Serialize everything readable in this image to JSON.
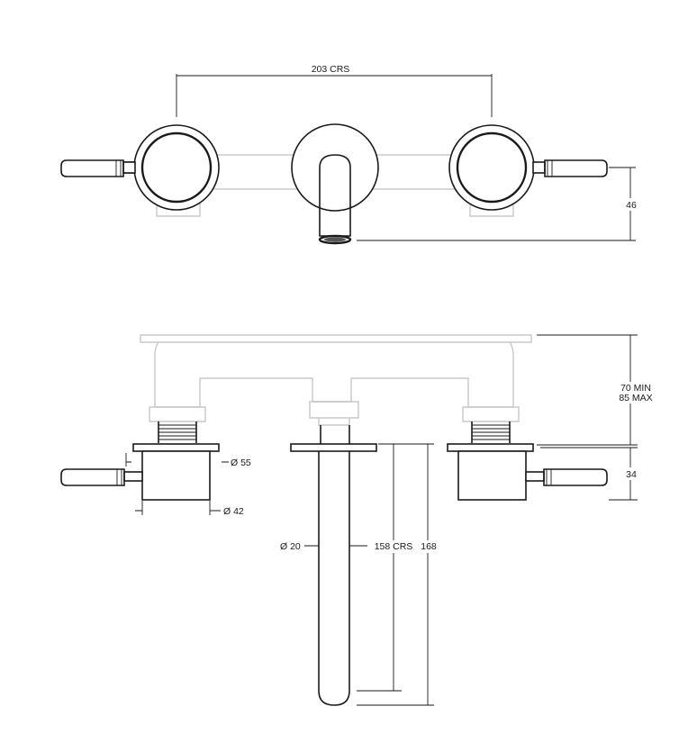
{
  "dimensions": {
    "centres_top": "203 CRS",
    "height_top": "46",
    "wall_depth_min": "70 MIN",
    "wall_depth_max": "85 MAX",
    "handle_height": "34",
    "flange_diameter": "Ø 55",
    "body_diameter": "Ø 42",
    "spout_diameter": "Ø 20",
    "spout_centres": "158 CRS",
    "spout_length": "168"
  }
}
